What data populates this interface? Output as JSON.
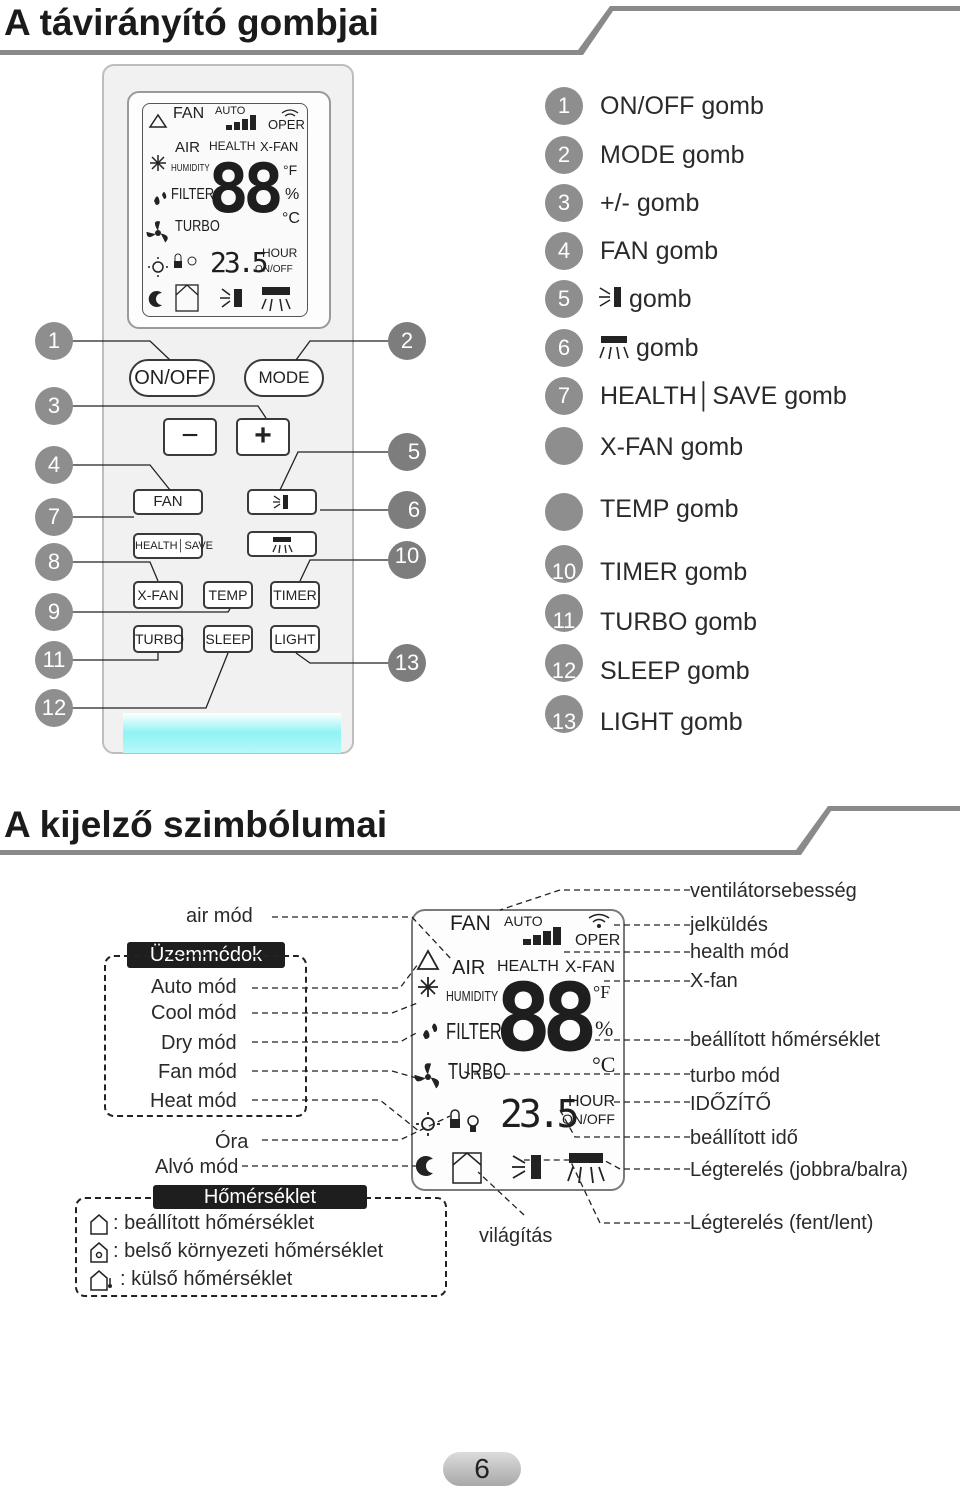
{
  "section1": {
    "title": "A távirányító gombjai"
  },
  "section2": {
    "title": "A kijelző szimbólumai"
  },
  "remote": {
    "lcd": {
      "fan": "FAN",
      "auto": "AUTO",
      "oper": "OPER",
      "air": "AIR",
      "health": "HEALTH",
      "xfan": "X-FAN",
      "humidity": "HUMIDITY",
      "filter": "FILTER",
      "turbo": "TURBO",
      "fahrenheit": "°F",
      "percent": "%",
      "celsius": "°C",
      "big_digits": "88",
      "small_digits": "23.5",
      "hour": "HOUR",
      "onoff": "ON/OFF"
    },
    "buttons": {
      "onoff": "ON/OFF",
      "mode": "MODE",
      "minus": "−",
      "plus": "+",
      "fan": "FAN",
      "health_save": "HEALTH│SAVE",
      "xfan": "X-FAN",
      "temp": "TEMP",
      "timer": "TIMER",
      "turbo": "TURBO",
      "sleep": "SLEEP",
      "light": "LIGHT"
    },
    "callouts_left": [
      "1",
      "3",
      "4",
      "7",
      "8",
      "9",
      "11",
      "12"
    ],
    "callouts_right": [
      "2",
      "5",
      "6",
      "10",
      "13"
    ]
  },
  "legend": [
    {
      "num": "1",
      "text": "ON/OFF gomb"
    },
    {
      "num": "2",
      "text": "MODE gomb"
    },
    {
      "num": "3",
      "text": "+/- gomb"
    },
    {
      "num": "4",
      "text": "FAN gomb"
    },
    {
      "num": "5",
      "text": "gomb",
      "icon": "swing-horizontal-icon"
    },
    {
      "num": "6",
      "text": "gomb",
      "icon": "swing-vertical-icon"
    },
    {
      "num": "7",
      "text": "HEALTH│SAVE gomb"
    },
    {
      "num": "",
      "text": "X-FAN gomb"
    },
    {
      "num": "",
      "text": "TEMP gomb"
    },
    {
      "num": "10",
      "text": "TIMER gomb"
    },
    {
      "num": "11",
      "text": "TURBO gomb"
    },
    {
      "num": "12",
      "text": "SLEEP gomb"
    },
    {
      "num": "13",
      "text": "LIGHT gomb"
    }
  ],
  "display": {
    "left_labels": {
      "air": "air mód",
      "modes_caption": "Üzemmódok",
      "auto": "Auto mód",
      "cool": "Cool mód",
      "dry": "Dry mód",
      "fan": "Fan mód",
      "heat": "Heat mód",
      "clock": "Óra",
      "sleep": "Alvó mód"
    },
    "temp_caption": "Hőmérséklet",
    "temp_items": [
      ": beállított hőmérséklet",
      ": belső környezeti hőmérséklet",
      ": külső hőmérséklet"
    ],
    "lighting": "világítás",
    "right_labels": [
      "ventilátorsebesség",
      "jelküldés",
      "health mód",
      "X-fan",
      "beállított hőmérséklet",
      "turbo mód",
      "IDŐZÍTŐ",
      "beállított idő",
      "Légterelés (jobbra/balra)",
      "Légterelés (fent/lent)"
    ]
  },
  "page_number": "6",
  "colors": {
    "badge": "#8e8e8e",
    "remote_glow": "#8ff3f5",
    "header_bar": "#8a8a8a"
  }
}
